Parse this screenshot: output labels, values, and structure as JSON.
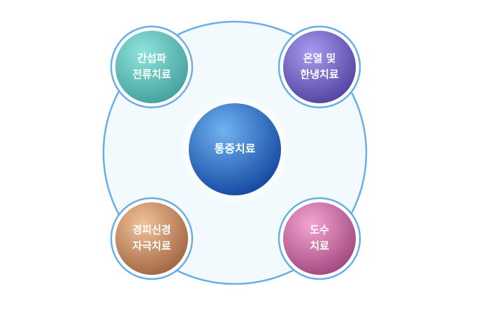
{
  "center": {
    "label": "통증치료",
    "color_light": "#6fb3f2",
    "color_dark": "#0d3f9a"
  },
  "nodes": {
    "top_left": {
      "lines": [
        "간섭파",
        "전류치료"
      ],
      "color_light": "#8fe3dc",
      "color_dark": "#3e9b98"
    },
    "top_right": {
      "lines": [
        "온열 및",
        "한냉치료"
      ],
      "color_light": "#a99af0",
      "color_dark": "#4b3c9a"
    },
    "bottom_left": {
      "lines": [
        "경피신경",
        "자극치료"
      ],
      "color_light": "#f1c29b",
      "color_dark": "#9a5f3b"
    },
    "bottom_right": {
      "lines": [
        "도수",
        "치료"
      ],
      "color_light": "#f3a6d0",
      "color_dark": "#9c3f79"
    }
  },
  "ring": {
    "fill": "#f2fafd",
    "stroke": "#6aaee7"
  }
}
